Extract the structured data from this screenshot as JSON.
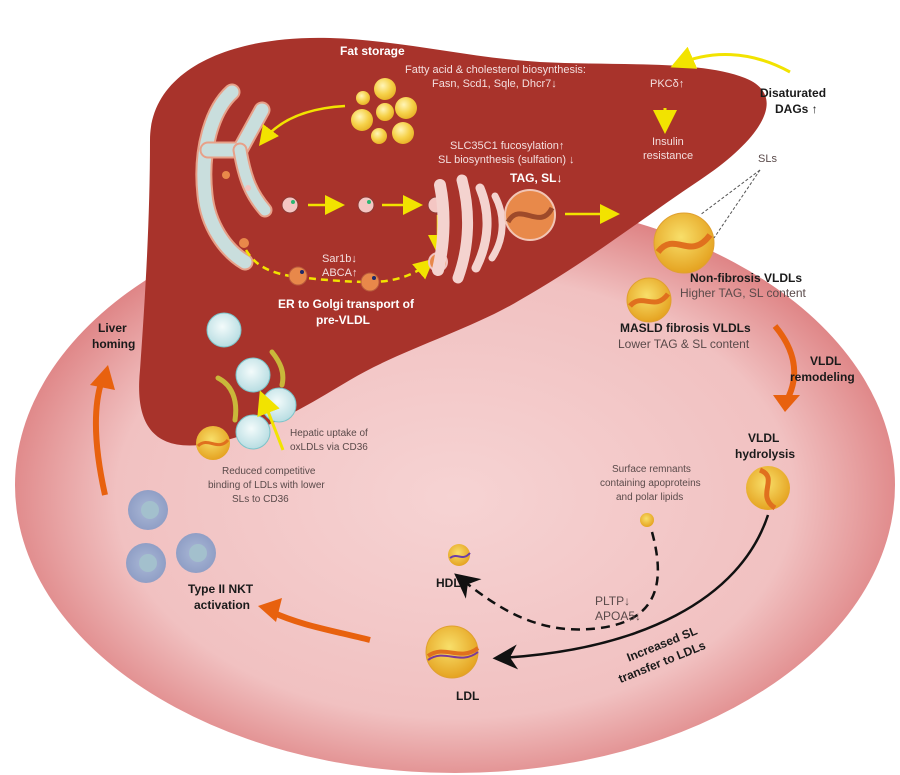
{
  "diagram": {
    "title": "VLDL metabolism and sphingolipid remodeling in MASLD liver",
    "colors": {
      "liver": "#a8332b",
      "plasma_outer": "#dc7f80",
      "plasma_inner": "#f5cfcf",
      "arrow_yellow": "#f2e300",
      "arrow_orange": "#e8610e",
      "er_golgi": "#c9dedd",
      "lipid_droplet": "#f5d451",
      "particle_core": "#f0b429",
      "oxldl": "#d8eef0"
    },
    "labels": {
      "fat_storage": "Fat storage",
      "fa_chol_line1": "Fatty acid  & cholesterol biosynthesis:",
      "fa_chol_line2": "Fasn, Scd1, Sqle, Dhcr7↓",
      "pkc": "PKCδ↑",
      "insulin_line1": "Insulin",
      "insulin_line2": "resistance",
      "dags_line1": "Disaturated",
      "dags_line2": "DAGs ↑",
      "slc_line1": "SLC35C1 fucosylation↑",
      "slc_line2": "SL biosynthesis (sulfation) ↓",
      "tag_sl": "TAG, SL↓",
      "sls": "SLs",
      "sar1b": "Sar1b↓",
      "abca": "ABCA↑",
      "er_golgi_line1": "ER to Golgi transport of",
      "er_golgi_line2": "pre-VLDL",
      "nonfib_title": "Non-fibrosis VLDLs",
      "nonfib_sub": "Higher TAG, SL content",
      "masld_title": "MASLD fibrosis VLDLs",
      "masld_sub": "Lower TAG & SL content",
      "remodel_line1": "VLDL",
      "remodel_line2": "remodeling",
      "hydro_line1": "VLDL",
      "hydro_line2": "hydrolysis",
      "surface_line1": "Surface remnants",
      "surface_line2": "containing apoproteins",
      "surface_line3": "and polar lipids",
      "hdl": "HDL",
      "pltp": "PLTP↓",
      "apoa5": "APOA5↓",
      "increased_line1": "Increased SL",
      "increased_line2": "transfer to LDLs",
      "ldl": "LDL",
      "liver_homing_line1": "Liver",
      "liver_homing_line2": "homing",
      "hepatic_line1": "Hepatic uptake of",
      "hepatic_line2": "oxLDLs via CD36",
      "reduced_line1": "Reduced competitive",
      "reduced_line2": "binding of LDLs with lower",
      "reduced_line3": "SLs to CD36",
      "nkt_line1": "Type II NKT",
      "nkt_line2": "activation"
    }
  }
}
